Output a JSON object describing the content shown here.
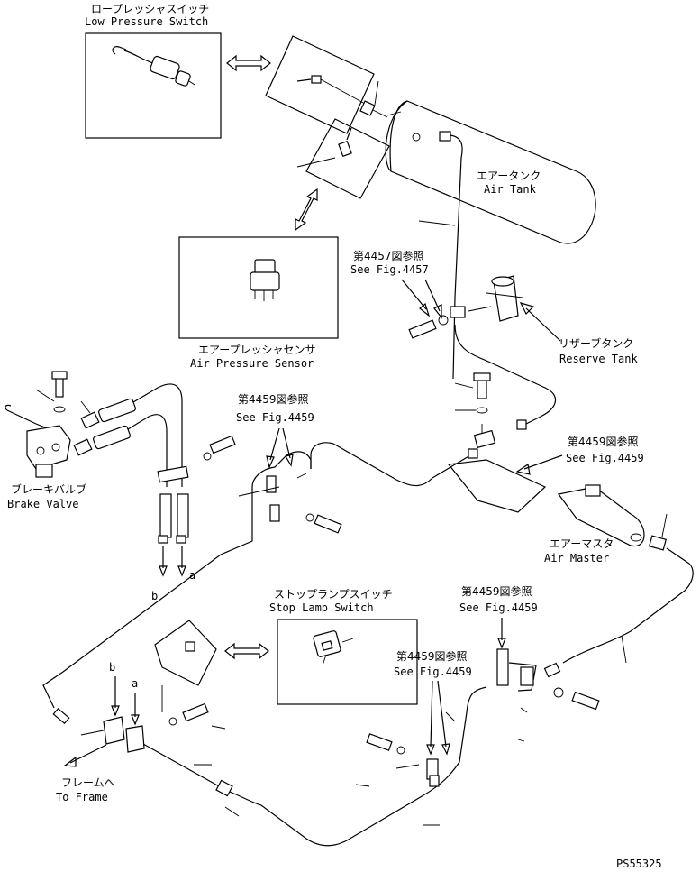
{
  "labels": {
    "low_pressure_switch_jp": "ロープレッシャスイッチ",
    "low_pressure_switch_en": "Low Pressure Switch",
    "air_pressure_sensor_jp": "エアープレッシャセンサ",
    "air_pressure_sensor_en": "Air Pressure Sensor",
    "air_tank_jp": "エアータンク",
    "air_tank_en": "Air Tank",
    "reserve_tank_jp": "リザーブタンク",
    "reserve_tank_en": "Reserve Tank",
    "brake_valve_jp": "ブレーキバルブ",
    "brake_valve_en": "Brake Valve",
    "air_master_jp": "エアーマスタ",
    "air_master_en": "Air Master",
    "stop_lamp_switch_jp": "ストップランプスイッチ",
    "stop_lamp_switch_en": "Stop Lamp Switch",
    "to_frame_jp": "フレームへ",
    "to_frame_en": "To Frame",
    "part_code": "PS55325"
  },
  "refs": [
    {
      "jp": "第4457図参照",
      "en": "See Fig.4457"
    },
    {
      "jp": "第4459図参照",
      "en": "See Fig.4459"
    },
    {
      "jp": "第4459図参照",
      "en": "See Fig.4459"
    },
    {
      "jp": "第4459図参照",
      "en": "See Fig.4459"
    },
    {
      "jp": "第4459図参照",
      "en": "See Fig.4459"
    }
  ],
  "markers": {
    "a": "a",
    "b": "b"
  }
}
